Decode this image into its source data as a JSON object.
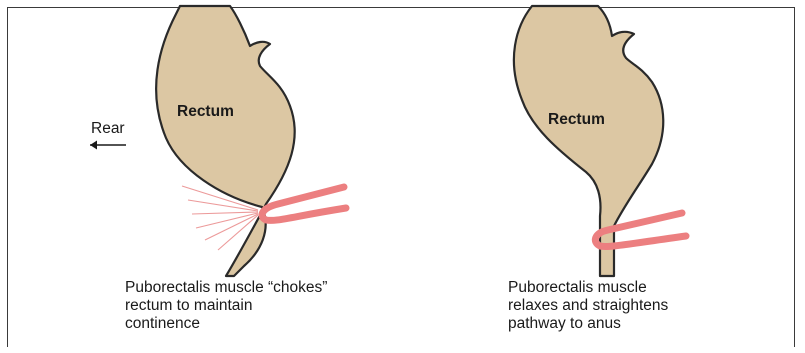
{
  "labels": {
    "rear": "Rear",
    "rectum_left": "Rectum",
    "rectum_right": "Rectum"
  },
  "captions": {
    "left": [
      "Puborectalis muscle “chokes”",
      "rectum to maintain",
      "continence"
    ],
    "right": [
      "Puborectalis muscle",
      "relaxes and straightens",
      "pathway to anus"
    ]
  },
  "colors": {
    "tissue": "#dcc7a3",
    "outline": "#2a2a2a",
    "muscle": "#ec7f80",
    "frame": "#3a3a3a"
  }
}
